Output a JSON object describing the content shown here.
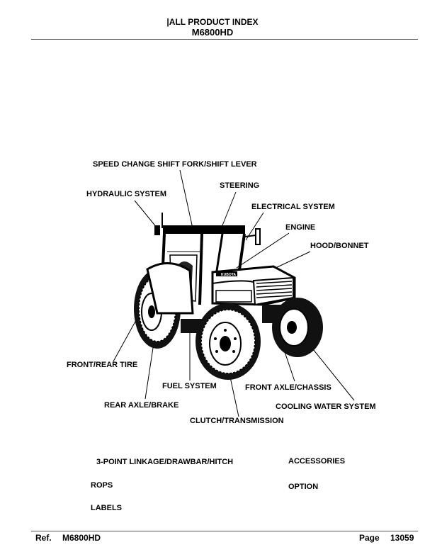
{
  "header": {
    "title": "|ALL PRODUCT INDEX",
    "model": "M6800HD"
  },
  "diagram_labels": {
    "speed_change": "SPEED CHANGE SHIFT FORK/SHIFT LEVER",
    "hydraulic": "HYDRAULIC SYSTEM",
    "steering": "STEERING",
    "electrical": "ELECTRICAL SYSTEM",
    "engine": "ENGINE",
    "hood": "HOOD/BONNET",
    "front_rear_tire": "FRONT/REAR TIRE",
    "fuel": "FUEL SYSTEM",
    "front_axle": "FRONT AXLE/CHASSIS",
    "rear_axle": "REAR AXLE/BRAKE",
    "cooling": "COOLING WATER SYSTEM",
    "clutch": "CLUTCH/TRANSMISSION"
  },
  "extra_links": {
    "linkage": "3-POINT LINKAGE/DRAWBAR/HITCH",
    "accessories": "ACCESSORIES",
    "rops": "ROPS",
    "option": "OPTION",
    "labels": "LABELS"
  },
  "footer": {
    "ref_label": "Ref.",
    "ref_value": "M6800HD",
    "page_label": "Page",
    "page_value": "13059"
  },
  "tractor_badge": "KUBOTA"
}
